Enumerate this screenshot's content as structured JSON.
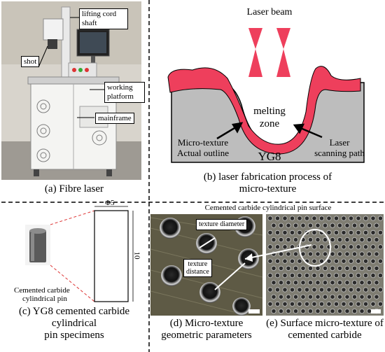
{
  "panel_a": {
    "caption": "(a) Fibre laser",
    "labels": {
      "lifting_cord_shaft": "lifting cord shaft",
      "shot": "shot",
      "working_platform": "working platform",
      "mainframe": "mainframe"
    }
  },
  "panel_b": {
    "caption_line1": "(b) laser fabrication process of",
    "caption_line2": "micro-texture",
    "laser_beam": "Laser beam",
    "melting_zone_line1": "melting",
    "melting_zone_line2": "zone",
    "material": "YG8",
    "micro_texture_line1": "Micro-texture",
    "micro_texture_line2": "Actual outline",
    "scan_path_line1": "Laser",
    "scan_path_line2": "scanning path"
  },
  "panel_c": {
    "dimension_diameter": "Φ5",
    "dimension_length": "10",
    "specimen_label_line1": "Cemented carbide",
    "specimen_label_line2": "cylindrical pin",
    "caption_line1": "(c) YG8 cemented carbide",
    "caption_line2": "cylindrical",
    "caption_line3": "pin specimens"
  },
  "panel_d": {
    "surface_title": "Cemented carbide cylindrical pin surface",
    "texture_diameter": "texture diameter",
    "texture_distance_line1": "texture",
    "texture_distance_line2": "distance",
    "caption_line1": "(d) Micro-texture",
    "caption_line2": "geometric parameters"
  },
  "panel_e": {
    "caption_line1": "(e) Surface micro-texture of",
    "caption_line2": "cemented carbide"
  },
  "colors": {
    "laser_red": "#ee3f5c",
    "substrate_gray": "#bdbdbd",
    "divider": "#000000"
  }
}
